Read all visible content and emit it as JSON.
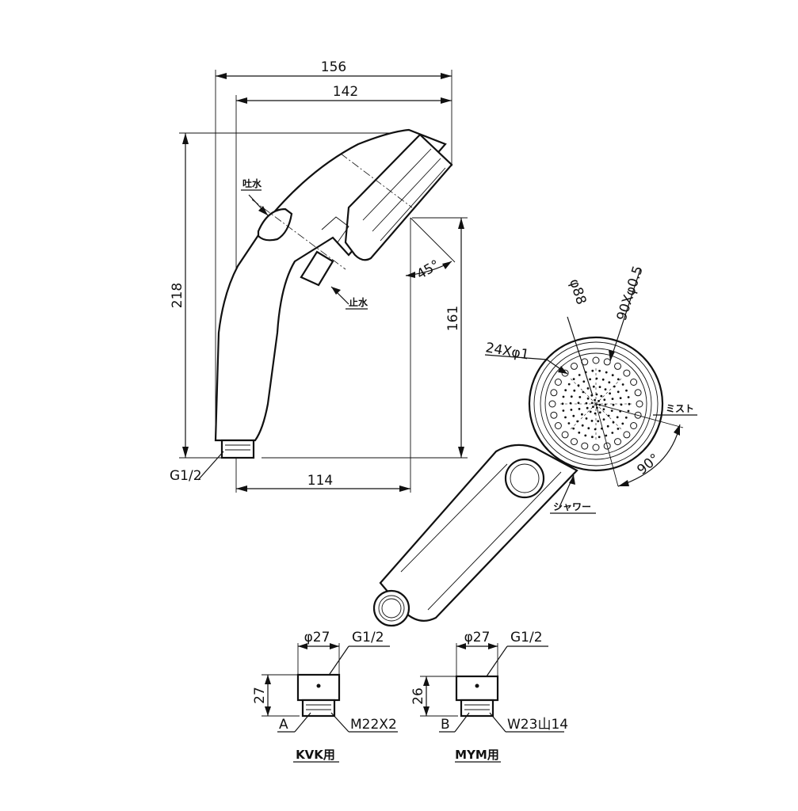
{
  "side_view": {
    "dim_overall_width": "156",
    "dim_head_width": "142",
    "dim_height": "218",
    "dim_lower_height": "161",
    "dim_base_width": "114",
    "angle_label": "45°",
    "thread_label": "G1/2",
    "water_on_label": "吐水",
    "water_off_label": "止水"
  },
  "front_view": {
    "head_diameter": "φ88",
    "holes_large": "24Xφ1",
    "holes_small": "90Xφ0.5",
    "mist_label": "ミスト",
    "shower_label": "シャワー",
    "angle_label": "90°"
  },
  "adapters": [
    {
      "letter": "A",
      "diameter": "φ27",
      "thread": "G1/2",
      "height": "27",
      "spec": "M22X2",
      "caption": "KVK用"
    },
    {
      "letter": "B",
      "diameter": "φ27",
      "thread": "G1/2",
      "height": "26",
      "spec": "W23山14",
      "caption": "MYM用"
    }
  ]
}
